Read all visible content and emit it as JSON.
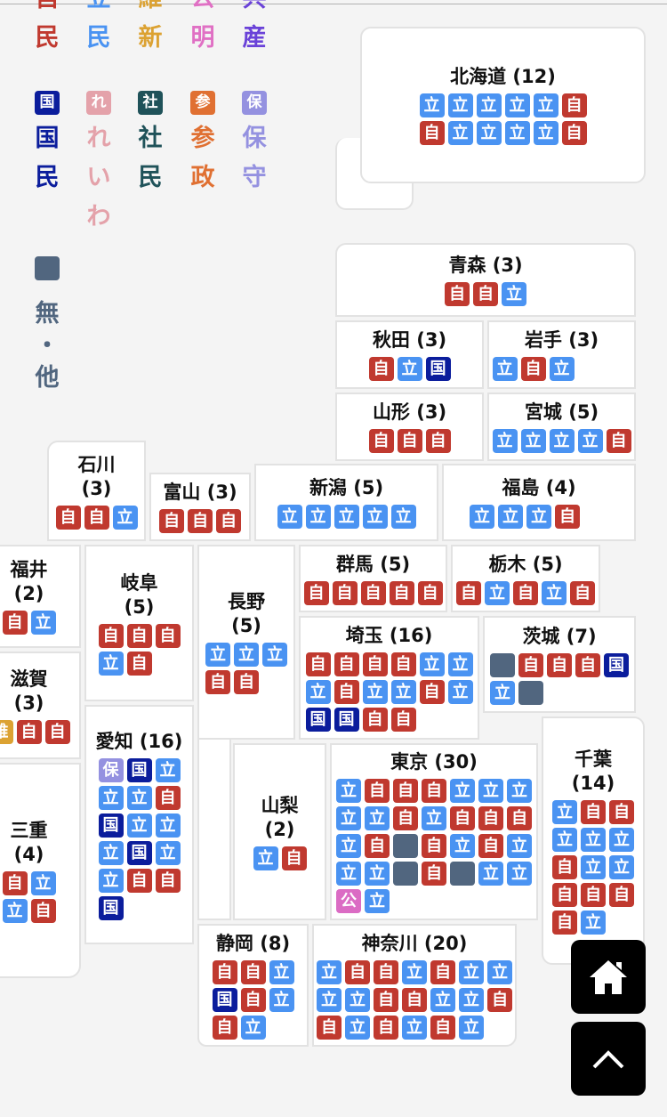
{
  "colors": {
    "自": "#c0392f",
    "立": "#4a93f2",
    "国": "#0b1d9c",
    "維": "#dca232",
    "公": "#db6cc4",
    "保": "#9491e0",
    "無": "#51667f"
  },
  "legend": [
    {
      "chip": "",
      "lines": [
        "自",
        "民"
      ],
      "color": "#c0392f"
    },
    {
      "chip": "",
      "lines": [
        "立",
        "民"
      ],
      "color": "#4a93f2"
    },
    {
      "chip": "",
      "lines": [
        "維",
        "新"
      ],
      "color": "#dca232"
    },
    {
      "chip": "",
      "lines": [
        "公",
        "明"
      ],
      "color": "#e070c4"
    },
    {
      "chip": "",
      "lines": [
        "共",
        "産"
      ],
      "color": "#6a42d8"
    },
    {
      "chip": "国",
      "lines": [
        "国",
        "民"
      ],
      "color": "#0b1d9c"
    },
    {
      "chip": "れ",
      "lines": [
        "れ",
        "い",
        "わ"
      ],
      "color": "#e4a2aa"
    },
    {
      "chip": "社",
      "lines": [
        "社",
        "民"
      ],
      "color": "#1f5259"
    },
    {
      "chip": "参",
      "lines": [
        "参",
        "政"
      ],
      "color": "#e07032"
    },
    {
      "chip": "保",
      "lines": [
        "保",
        "守"
      ],
      "color": "#9491e0"
    },
    {
      "chip": "",
      "lines": [
        "無",
        "・",
        "他"
      ],
      "color": "#51667f"
    }
  ],
  "prefectures": [
    {
      "id": "hokkaido",
      "title": [
        "北海道 (12)"
      ],
      "seats": [
        "立",
        "立",
        "立",
        "立",
        "立",
        "自",
        "自",
        "立",
        "立",
        "立",
        "立",
        "自"
      ]
    },
    {
      "id": "aomori",
      "title": [
        "青森 (3)"
      ],
      "seats": [
        "自",
        "自",
        "立"
      ]
    },
    {
      "id": "akita",
      "title": [
        "秋田 (3)"
      ],
      "seats": [
        "自",
        "立",
        "国"
      ]
    },
    {
      "id": "iwate",
      "title": [
        "岩手 (3)"
      ],
      "seats": [
        "立",
        "自",
        "立"
      ]
    },
    {
      "id": "yamagata",
      "title": [
        "山形 (3)"
      ],
      "seats": [
        "自",
        "自",
        "自"
      ]
    },
    {
      "id": "miyagi",
      "title": [
        "宮城 (5)"
      ],
      "seats": [
        "立",
        "立",
        "立",
        "立",
        "自"
      ]
    },
    {
      "id": "ishikawa",
      "title": [
        "石川",
        "(3)"
      ],
      "seats": [
        "自",
        "自",
        "立"
      ]
    },
    {
      "id": "toyama",
      "title": [
        "富山 (3)"
      ],
      "seats": [
        "自",
        "自",
        "自"
      ]
    },
    {
      "id": "niigata",
      "title": [
        "新潟 (5)"
      ],
      "seats": [
        "立",
        "立",
        "立",
        "立",
        "立"
      ]
    },
    {
      "id": "fukushima",
      "title": [
        "福島 (4)"
      ],
      "seats": [
        "立",
        "立",
        "立",
        "自"
      ]
    },
    {
      "id": "fukui",
      "title": [
        "福井",
        "(2)"
      ],
      "seats": [
        "自",
        "立"
      ]
    },
    {
      "id": "gifu",
      "title": [
        "岐阜",
        "(5)"
      ],
      "seats": [
        "自",
        "自",
        "自",
        "立",
        "自"
      ]
    },
    {
      "id": "nagano",
      "title": [
        "長野",
        "(5)"
      ],
      "seats": [
        "立",
        "立",
        "立",
        "自",
        "自"
      ]
    },
    {
      "id": "gunma",
      "title": [
        "群馬 (5)"
      ],
      "seats": [
        "自",
        "自",
        "自",
        "自",
        "自"
      ]
    },
    {
      "id": "tochigi",
      "title": [
        "栃木 (5)"
      ],
      "seats": [
        "自",
        "立",
        "自",
        "立",
        "自"
      ]
    },
    {
      "id": "saitama",
      "title": [
        "埼玉 (16)"
      ],
      "seats": [
        "自",
        "自",
        "自",
        "自",
        "立",
        "立",
        "立",
        "自",
        "立",
        "立",
        "自",
        "立",
        "国",
        "国",
        "自",
        "自"
      ]
    },
    {
      "id": "ibaraki",
      "title": [
        "茨城 (7)"
      ],
      "seats": [
        "無",
        "自",
        "自",
        "自",
        "国",
        "立",
        "無"
      ]
    },
    {
      "id": "shiga",
      "title": [
        "滋賀",
        "(3)"
      ],
      "seats": [
        "維",
        "自",
        "自"
      ]
    },
    {
      "id": "aichi",
      "title": [
        "愛知 (16)"
      ],
      "seats": [
        "保",
        "国",
        "立",
        "立",
        "立",
        "自",
        "国",
        "立",
        "立",
        "立",
        "国",
        "立",
        "立",
        "自",
        "自",
        "国"
      ]
    },
    {
      "id": "mie",
      "title": [
        "三重",
        "(4)"
      ],
      "seats": [
        "自",
        "立",
        "立",
        "自"
      ]
    },
    {
      "id": "yamanashi",
      "title": [
        "山梨",
        "(2)"
      ],
      "seats": [
        "立",
        "自"
      ]
    },
    {
      "id": "tokyo",
      "title": [
        "東京 (30)"
      ],
      "seats": [
        "立",
        "自",
        "自",
        "自",
        "立",
        "立",
        "立",
        "立",
        "立",
        "自",
        "立",
        "自",
        "自",
        "自",
        "立",
        "自",
        "無",
        "自",
        "立",
        "自",
        "立",
        "立",
        "立",
        "無",
        "自",
        "無",
        "立",
        "立",
        "公",
        "立"
      ]
    },
    {
      "id": "chiba",
      "title": [
        "千葉",
        "(14)"
      ],
      "seats": [
        "立",
        "自",
        "自",
        "立",
        "立",
        "立",
        "自",
        "立",
        "立",
        "自",
        "自",
        "自",
        "自",
        "立"
      ]
    },
    {
      "id": "shizuoka",
      "title": [
        "静岡 (8)"
      ],
      "seats": [
        "自",
        "自",
        "立",
        "国",
        "自",
        "立",
        "自",
        "立"
      ]
    },
    {
      "id": "kanagawa",
      "title": [
        "神奈川 (20)"
      ],
      "seats": [
        "立",
        "自",
        "自",
        "立",
        "自",
        "立",
        "立",
        "立",
        "立",
        "自",
        "自",
        "立",
        "立",
        "自",
        "自",
        "立",
        "自",
        "立",
        "自",
        "立"
      ]
    }
  ],
  "buttons": {
    "home": "home-icon",
    "top": "chevron-up-icon"
  }
}
